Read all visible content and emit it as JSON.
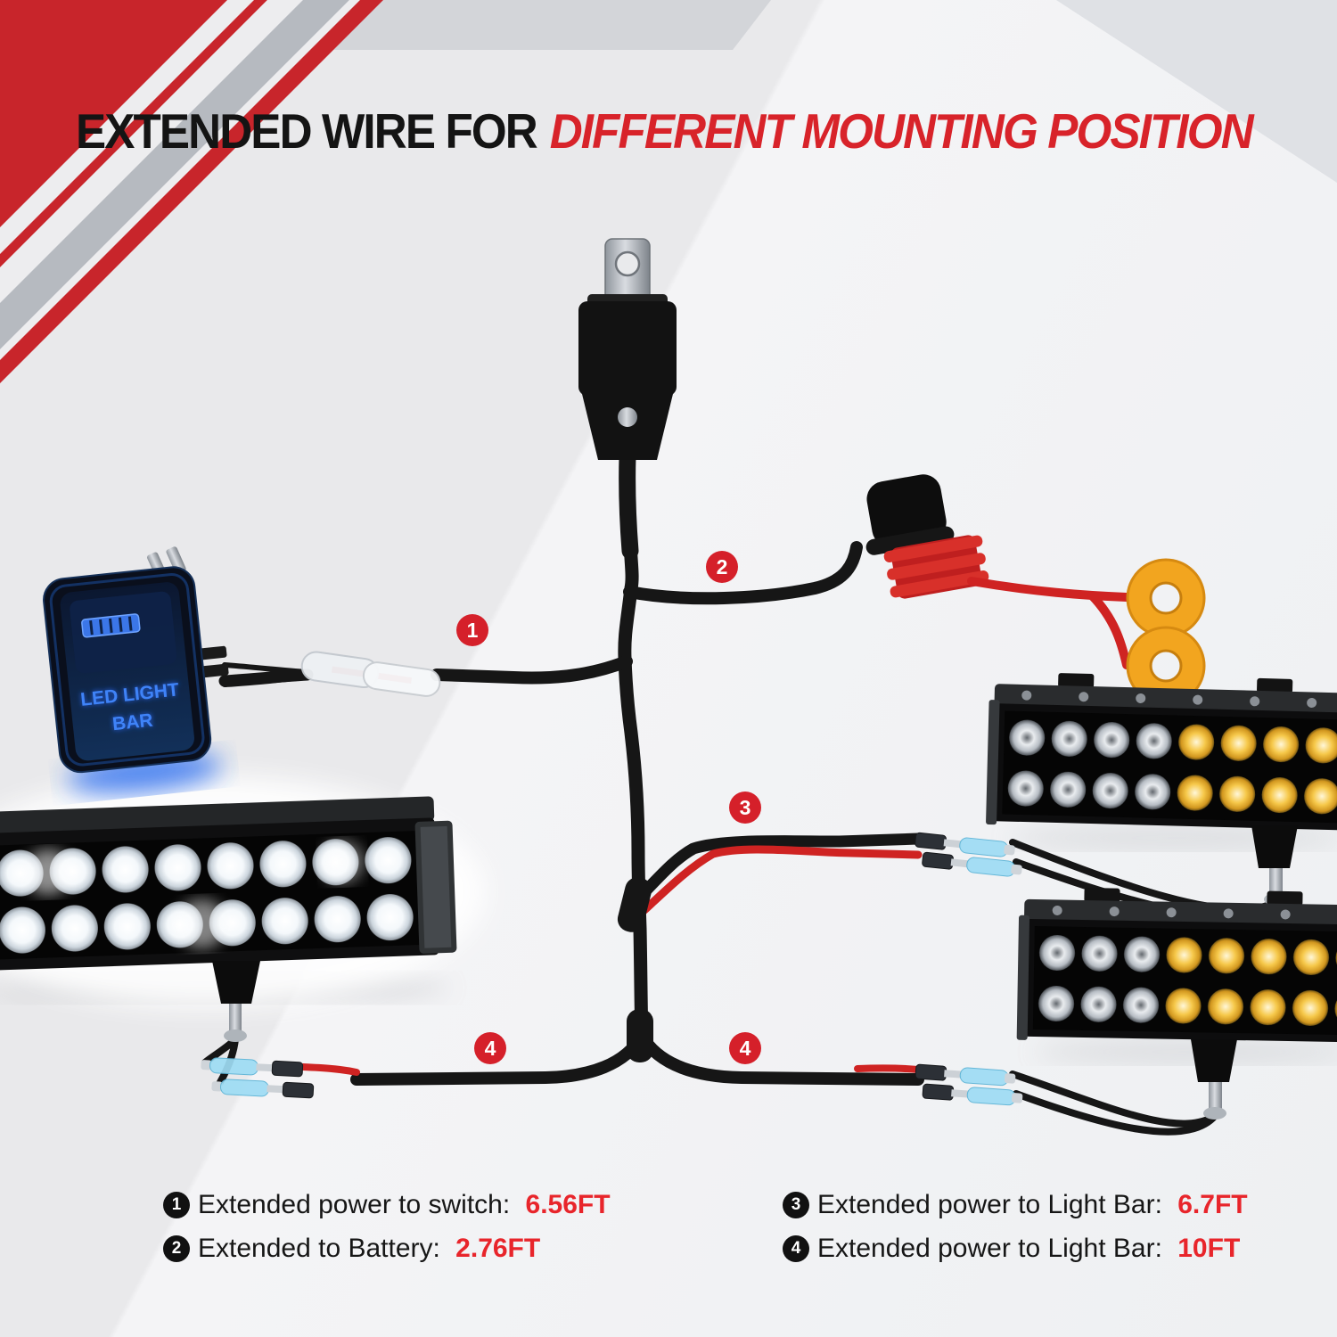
{
  "title": {
    "black": "EXTENDED WIRE FOR",
    "red": "DIFFERENT MOUNTING POSITION"
  },
  "diagram": {
    "switch_label_1": "LED LIGHT",
    "switch_label_2": "BAR",
    "markers": {
      "m1": "1",
      "m2": "2",
      "m3": "3",
      "m4a": "4",
      "m4b": "4"
    }
  },
  "legend": {
    "items": [
      {
        "num": "1",
        "label": "Extended power to switch: ",
        "value": "6.56FT"
      },
      {
        "num": "2",
        "label": "Extended to Battery: ",
        "value": "2.76FT"
      },
      {
        "num": "3",
        "label": "Extended power to Light Bar: ",
        "value": "6.7FT"
      },
      {
        "num": "4",
        "label": "Extended power to Light Bar: ",
        "value": "10FT"
      }
    ]
  },
  "colors": {
    "accent_red": "#d5202a",
    "title_red": "#d8232a",
    "value_red": "#e8252b",
    "corner_red": "#c8252b",
    "corner_gray": "#b6bac0",
    "switch_blue": "#3f83f8",
    "ring_orange": "#f2a51f",
    "wire_black": "#161616",
    "wire_red": "#cf2322"
  }
}
